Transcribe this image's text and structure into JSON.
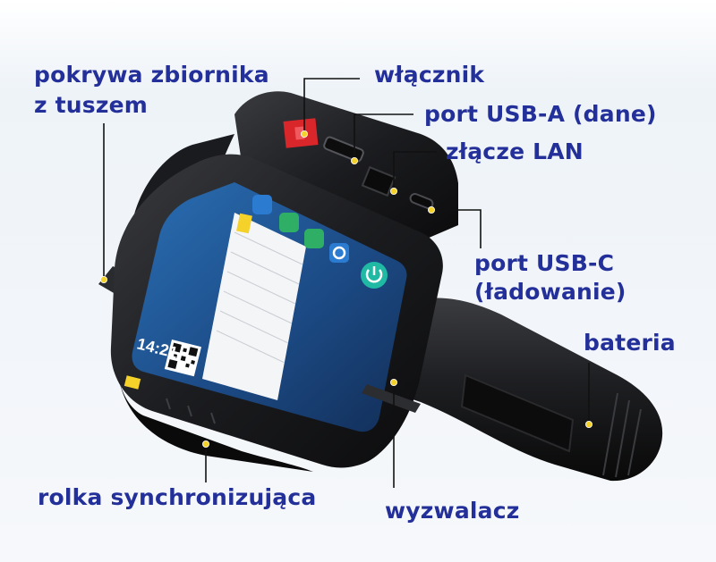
{
  "labels": {
    "ink_cover_line1": "pokrywa zbiornika",
    "ink_cover_line2": "z tuszem",
    "power_switch": "włącznik",
    "usb_a": "port USB-A (dane)",
    "lan": "złącze LAN",
    "usb_c_line1": "port USB-C",
    "usb_c_line2": "(ładowanie)",
    "battery": "bateria",
    "sync_roller": "rolka synchronizująca",
    "trigger": "wyzwalacz"
  },
  "screen": {
    "time": "14:21"
  },
  "colors": {
    "label_text": "#24309a",
    "leader_line": "#111111",
    "marker_dot": "#f4d22a",
    "device_body": "#1c1c1e",
    "power_button": "#d8262b",
    "screen_bg": "#1d4f8c",
    "app_icon_blue": "#2b7bd1",
    "app_icon_green": "#2fae66",
    "app_icon_teal": "#1fb9a4"
  },
  "icons": [
    "power-icon",
    "gear-icon",
    "app-icon",
    "qr-code"
  ]
}
